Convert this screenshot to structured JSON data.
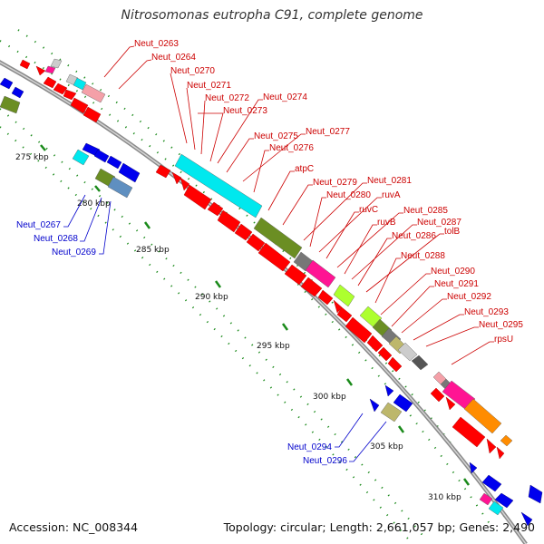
{
  "title": "Nitrosomonas eutropha C91, complete genome",
  "accession": "Accession: NC_008344",
  "summary": "Topology: circular; Length: 2,661,057 bp; Genes: 2,490",
  "colors": {
    "backbone": "#8a8a8a",
    "tick": "#1a8a1a",
    "top_strand_label": "#cc0000",
    "bottom_strand_label": "#0000cc",
    "gene_red": "#ff0000",
    "gene_blue": "#0000ee",
    "gene_cyan": "#00e8ee",
    "gene_olive": "#6b8e23",
    "gene_magenta": "#ff1493",
    "gene_lime": "#adff2f",
    "gene_grey": "#999999",
    "gene_orange": "#ff8c00",
    "gene_khaki": "#bdb76b",
    "gene_steel": "#5f8fc0"
  },
  "kbp_labels": [
    "275 kbp",
    "280 kbp",
    "285 kbp",
    "290 kbp",
    "295 kbp",
    "300 kbp",
    "305 kbp",
    "310 kbp"
  ],
  "top_labels": [
    "Neut_0263",
    "Neut_0264",
    "Neut_0270",
    "Neut_0271",
    "Neut_0272",
    "Neut_0274",
    "Neut_0273",
    "Neut_0275",
    "Neut_0277",
    "Neut_0276",
    "atpC",
    "Neut_0279",
    "Neut_0281",
    "Neut_0280",
    "ruvA",
    "ruvC",
    "Neut_0285",
    "ruvB",
    "Neut_0287",
    "Neut_0286",
    "tolB",
    "Neut_0288",
    "Neut_0290",
    "Neut_0291",
    "Neut_0292",
    "Neut_0293",
    "Neut_0295",
    "rpsU"
  ],
  "bottom_labels": [
    "Neut_0267",
    "Neut_0268",
    "Neut_0269",
    "Neut_0294",
    "Neut_0296"
  ]
}
